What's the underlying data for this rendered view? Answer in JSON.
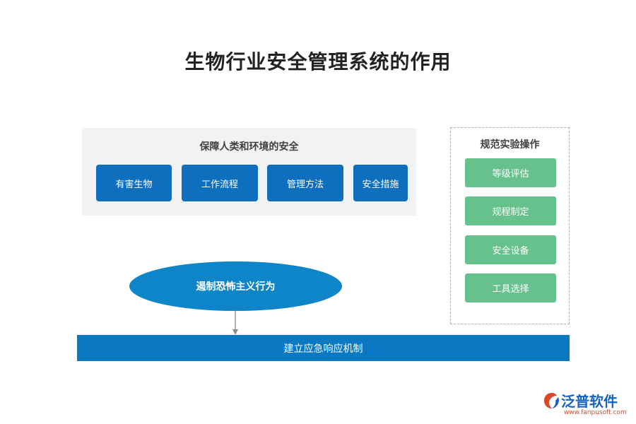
{
  "title": "生物行业安全管理系统的作用",
  "protection_group": {
    "title": "保障人类和环境的安全",
    "items": [
      "有害生物",
      "工作流程",
      "管理方法",
      "安全措施"
    ]
  },
  "standard_group": {
    "title": "规范实验操作",
    "items": [
      "等级评估",
      "规程制定",
      "安全设备",
      "工具选择"
    ]
  },
  "ellipse_label": "遏制恐怖主义行为",
  "bottom_bar_label": "建立应急响应机制",
  "logo": {
    "name": "泛普软件",
    "url": "www.fanpusoft.com"
  },
  "colors": {
    "blue_box": "#0e6fbf",
    "green_box": "#66c18c",
    "ellipse": "#0d85c8",
    "bar": "#0b78c2",
    "group_bg": "#f2f2f2"
  }
}
